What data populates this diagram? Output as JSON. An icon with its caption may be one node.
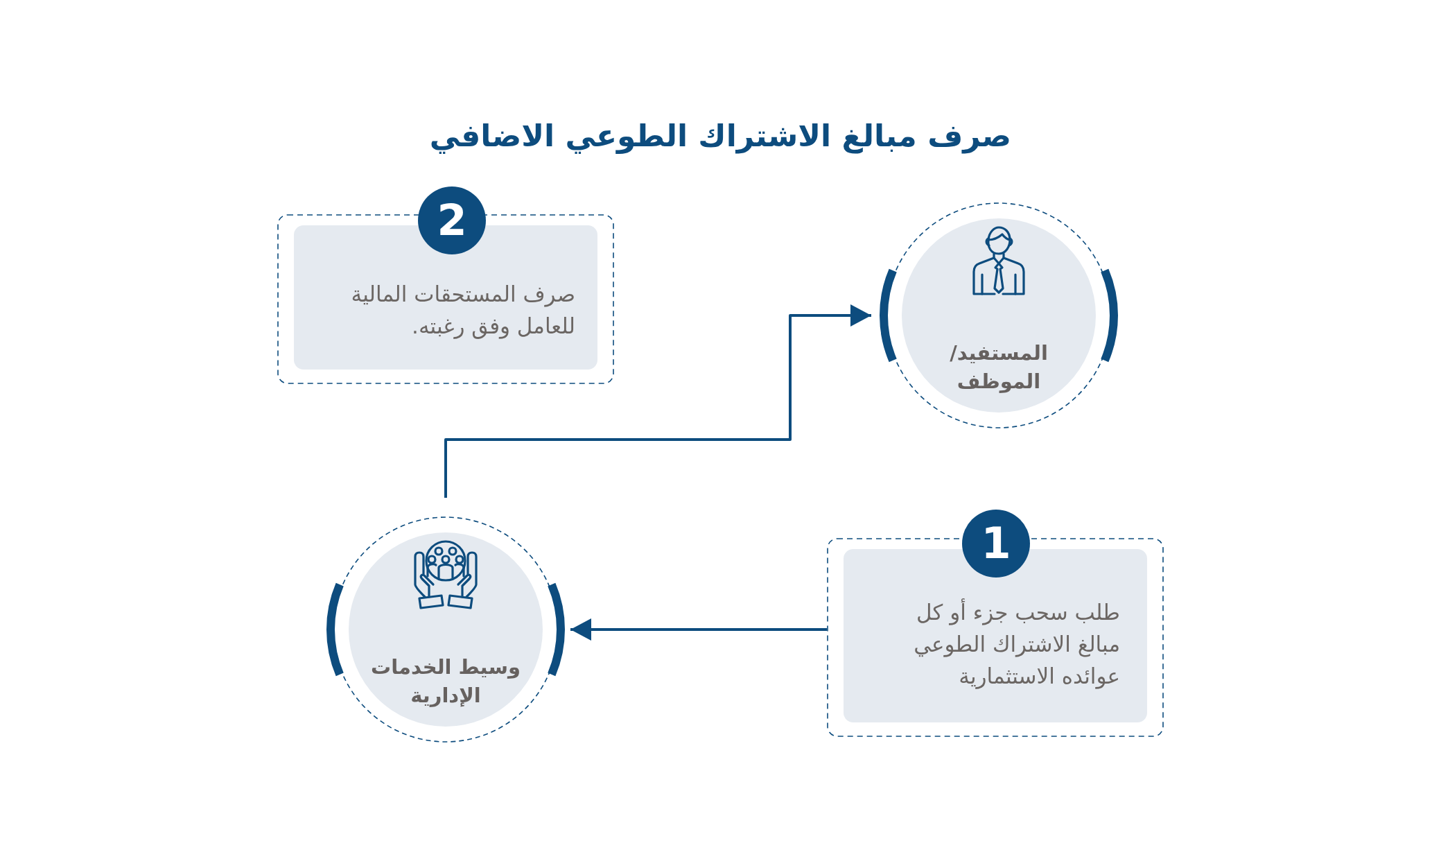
{
  "diagram": {
    "title": "صرف مبالغ الاشتراك الطوعي الاضافي",
    "nodes": [
      {
        "text": [
          "صرف المستحقات المالية للعامل وفق رغبته."
        ]
      },
      {
        "text": [
          "2"
        ]
      },
      {
        "text": [
          "المستفيد/ الموظف"
        ]
      },
      {
        "text": [
          "وسيط الخدمات الإدارية"
        ]
      },
      {
        "text": [
          "طلب سحب جزء أو كل مبالغ الاشتراك الطوعي عوائده الاستثمارية"
        ]
      },
      {
        "text": [
          "1"
        ]
      }
    ],
    "edges": [
      {
        "from": 4,
        "to": 3,
        "arrow": "to"
      },
      {
        "from": 3,
        "to": 2,
        "arrow": "to"
      }
    ]
  }
}
